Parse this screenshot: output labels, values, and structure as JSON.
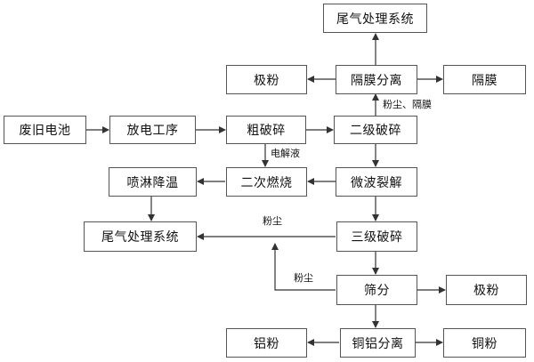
{
  "boxes": {
    "exhaust_top": "尾气处理系统",
    "electrode_powder_top": "极粉",
    "separator_separation": "隔膜分离",
    "separator_film": "隔膜",
    "waste_battery": "废旧电池",
    "discharge_process": "放电工序",
    "coarse_crushing": "粗破碎",
    "secondary_crushing": "二级破碎",
    "spray_cooling": "喷淋降温",
    "secondary_combustion": "二次燃烧",
    "microwave_cracking": "微波裂解",
    "exhaust_bottom": "尾气处理系统",
    "tertiary_crushing": "三级破碎",
    "screening": "筛分",
    "electrode_powder_bottom": "极粉",
    "aluminum_powder": "铝粉",
    "copper_aluminum_separation": "铜铝分离",
    "copper_powder": "铜粉"
  },
  "labels": {
    "dust_separator": "粉尘、隔膜",
    "electrolyte": "电解液",
    "dust_upper": "粉尘",
    "dust_lower": "粉尘"
  }
}
